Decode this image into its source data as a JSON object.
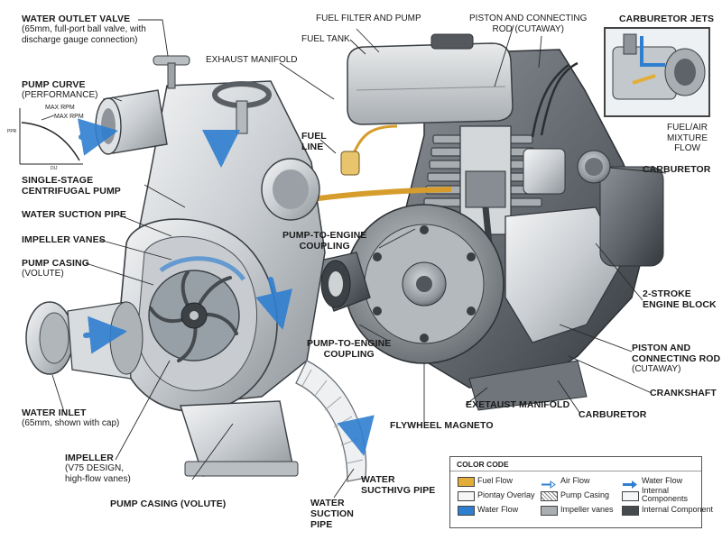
{
  "colors": {
    "fuel": "#e2ad38",
    "water": "#2f7fd0",
    "vane": "#a9aeb2",
    "internal": "#454a4f",
    "overlay": "#f4f6f8",
    "outline": "#3a3f44"
  },
  "labels": {
    "water_outlet_valve": {
      "title": "WATER OUTLET VALVE",
      "sub": [
        "(65mm, full-port ball valve, with",
        "discharge gauge connection)"
      ]
    },
    "pump_curve": {
      "title": "PUMP CURVE",
      "sub": [
        "(PERFORMANCE)"
      ]
    },
    "single_stage": {
      "title": [
        "SINGLE-STAGE",
        "CENTRIFUGAL PUMP"
      ]
    },
    "water_suction_pipe_left": {
      "title": "WATER SUCTION PIPE"
    },
    "impeller_vanes": {
      "title": "IMPELLER VANES"
    },
    "pump_casing_left": {
      "title": "PUMP CASING",
      "sub": [
        "(VOLUTE)"
      ]
    },
    "water_inlet": {
      "title": "WATER INLET",
      "sub": [
        "(65mm, shown with cap)"
      ]
    },
    "impeller": {
      "title": "IMPELLER",
      "sub": [
        "(V75 DESIGN,",
        "high-flow vanes)"
      ]
    },
    "pump_casing_bottom": {
      "title": "PUMP CASING (VOLUTE)"
    },
    "water_suction_pipe_bottom": {
      "title": [
        "WATER",
        "SUCTION",
        "PIPE"
      ]
    },
    "water_sucthivg_pipe": {
      "title": [
        "WATER",
        "SUCTHIVG PIPE"
      ]
    },
    "fuel_filter": {
      "title": "FUEL FILTER AND PUMP"
    },
    "fuel_tank": {
      "title": "FUEL TANK"
    },
    "exhaust_manifold_top": {
      "title": "EXHAUST MANIFOLD"
    },
    "fuel_line": {
      "title": [
        "FUEL",
        "LINE"
      ]
    },
    "piston_top": {
      "title": [
        "PISTON AND CONNECTING",
        "ROD (CUTAWAY)"
      ]
    },
    "carburetor_jets": {
      "title": "CARBURETOR JETS"
    },
    "fuel_air": {
      "title": [
        "FUEL/AIR",
        "MIXTURE",
        "FLOW"
      ]
    },
    "carburetor_right": {
      "title": "CARBURETOR"
    },
    "pump_engine_coupling_top": {
      "title": [
        "PUMP-TO-ENGINE",
        "COUPLING"
      ]
    },
    "pump_engine_coupling_mid": {
      "title": [
        "PUMP-TO-ENGINE",
        "COUPLING"
      ]
    },
    "two_stroke": {
      "title": [
        "2-STROKE",
        "ENGINE BLOCK"
      ]
    },
    "piston_right": {
      "title": [
        "PISTON AND",
        "CONNECTING ROD"
      ],
      "sub": [
        "(CUTAWAY)"
      ]
    },
    "crankshaft": {
      "title": "CRANKSHAFT"
    },
    "exetaust_manifold": {
      "title": "EXETAUST MANIFOLD"
    },
    "carburetor_bottom": {
      "title": "CARBURETOR"
    },
    "flywheel_magneto": {
      "title": "FLYWHEEL MAGNETO"
    }
  },
  "pump_curve_chart": {
    "ticks": {
      "max_rpm_1": "MAX RPM",
      "max_rpm_2": "MAX RPM",
      "y_axis": "PPR",
      "x_axis": "DIJ"
    }
  },
  "legend": {
    "title": "COLOR CODE",
    "items": [
      {
        "label": "Fuel Flow",
        "kind": "fuel"
      },
      {
        "label": "Piontay Overlay",
        "kind": "overlay"
      },
      {
        "label": "Water Flow",
        "kind": "water"
      },
      {
        "label": "Air Flow",
        "kind": "air"
      },
      {
        "label": "Pump Casing",
        "kind": "hatch"
      },
      {
        "label": "Impeller vanes",
        "kind": "vane"
      },
      {
        "label": "Water Flow",
        "kind": "water-arrow"
      },
      {
        "label": "Internal Components",
        "kind": "overlay2"
      },
      {
        "label": "Internal Component",
        "kind": "internal"
      }
    ]
  }
}
